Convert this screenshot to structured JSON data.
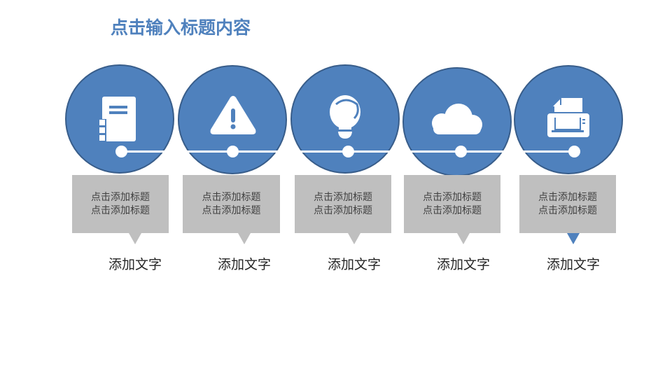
{
  "title": "点击输入标题内容",
  "colors": {
    "primary": "#4f81bd",
    "border": "#385d8a",
    "box": "#bfbfbf",
    "text": "#404040"
  },
  "steps": [
    {
      "icon": "notebook-icon",
      "box_line1": "点击添加标题",
      "box_line2": "点击添加标题",
      "label": "添加文字"
    },
    {
      "icon": "warning-icon",
      "box_line1": "点击添加标题",
      "box_line2": "点击添加标题",
      "label": "添加文字"
    },
    {
      "icon": "lightbulb-icon",
      "box_line1": "点击添加标题",
      "box_line2": "点击添加标题",
      "label": "添加文字"
    },
    {
      "icon": "cloud-icon",
      "box_line1": "点击添加标题",
      "box_line2": "点击添加标题",
      "label": "添加文字"
    },
    {
      "icon": "printer-icon",
      "box_line1": "点击添加标题",
      "box_line2": "点击添加标题",
      "label": "添加文字"
    }
  ]
}
